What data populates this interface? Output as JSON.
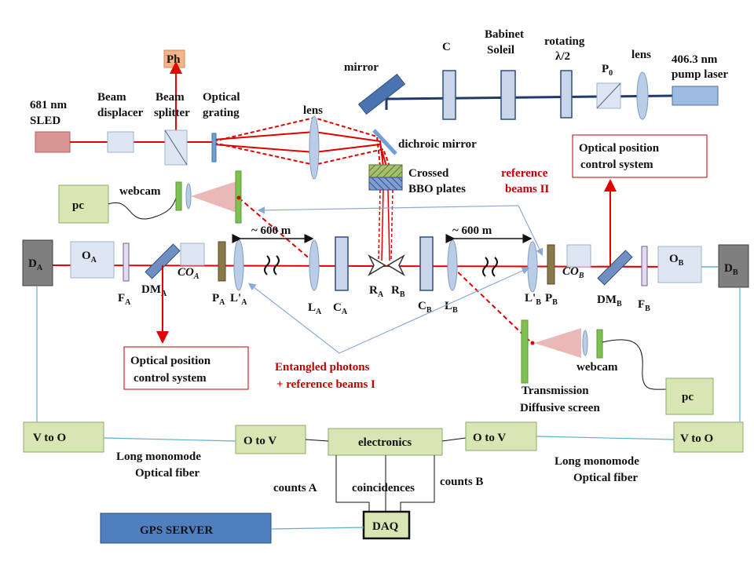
{
  "labels": {
    "ph": "Ph",
    "mirror": "mirror",
    "c_top": "C",
    "babinet": "Babinet",
    "soleil": "Soleil",
    "rotating": "rotating",
    "half_wave": "λ/2",
    "p0": "P",
    "p0_sub": "0",
    "lens_top": "lens",
    "pump_wavelength": "406.3 nm",
    "pump_laser": "pump laser",
    "sled_wavelength": "681 nm",
    "sled": "SLED",
    "beam_displacer_1": "Beam",
    "beam_displacer_2": "displacer",
    "beam_splitter_1": "Beam",
    "beam_splitter_2": "splitter",
    "optical_grating_1": "Optical",
    "optical_grating_2": "grating",
    "lens_mid": "lens",
    "dichroic_mirror": "dichroic mirror",
    "crossed_1": "Crossed",
    "crossed_2": "BBO plates",
    "reference_beams_ii_1": "reference",
    "reference_beams_ii_2": "beams II",
    "ops_right_1": "Optical position",
    "ops_right_2": "control system",
    "webcam_left": "webcam",
    "pc_left": "pc",
    "distance_left": "~ 600 m",
    "distance_right": "~ 600 m",
    "entangled_1": "Entangled photons",
    "entangled_2": "+ reference beams I",
    "ops_left_1": "Optical  position",
    "ops_left_2": "control  system",
    "webcam_right": "webcam",
    "pc_right": "pc",
    "transmission_1": "Transmission",
    "transmission_2": "Diffusive  screen",
    "v_to_o_left": "V to O",
    "o_to_v_left": "O to V",
    "electronics": "electronics",
    "o_to_v_right": "O to V",
    "v_to_o_right": "V to O",
    "fiber_left_1": "Long  monomode",
    "fiber_left_2": "Optical fiber",
    "fiber_right_1": "Long  monomode",
    "fiber_right_2": "Optical fiber",
    "counts_a": "counts A",
    "coincidences": "coincidences",
    "counts_b": "counts B",
    "gps_server": "GPS  SERVER",
    "daq": "DAQ"
  },
  "components": {
    "DA": {
      "main": "D",
      "sub": "A"
    },
    "OA": {
      "main": "O",
      "sub": "A"
    },
    "FA": {
      "main": "F",
      "sub": "A"
    },
    "DMA": {
      "main": "DM",
      "sub": "A"
    },
    "COA": {
      "main": "CO",
      "sub": "A"
    },
    "PA": {
      "main": "P",
      "sub": "A"
    },
    "LpA": {
      "main": "L'",
      "sub": "A"
    },
    "LA": {
      "main": "L",
      "sub": "A"
    },
    "CA": {
      "main": "C",
      "sub": "A"
    },
    "RA": {
      "main": "R",
      "sub": "A"
    },
    "RB": {
      "main": "R",
      "sub": "B"
    },
    "CB": {
      "main": "C",
      "sub": "B"
    },
    "LB": {
      "main": "L",
      "sub": "B"
    },
    "LpB": {
      "main": "L'",
      "sub": "B"
    },
    "PB": {
      "main": "P",
      "sub": "B"
    },
    "COB": {
      "main": "CO",
      "sub": "B"
    },
    "DMB": {
      "main": "DM",
      "sub": "B"
    },
    "FB": {
      "main": "F",
      "sub": "B"
    },
    "OB": {
      "main": "O",
      "sub": "B"
    },
    "DB": {
      "main": "D",
      "sub": "B"
    }
  },
  "colors": {
    "beam_red": "#e00000",
    "pump_blue": "#1f3a6e",
    "fiber_cyan": "#5fb0c8",
    "arrow_blue": "#8aaad4",
    "label_red": "#c00000",
    "box_green": "#d8e6b3",
    "gps_blue": "#4f7fbf"
  }
}
